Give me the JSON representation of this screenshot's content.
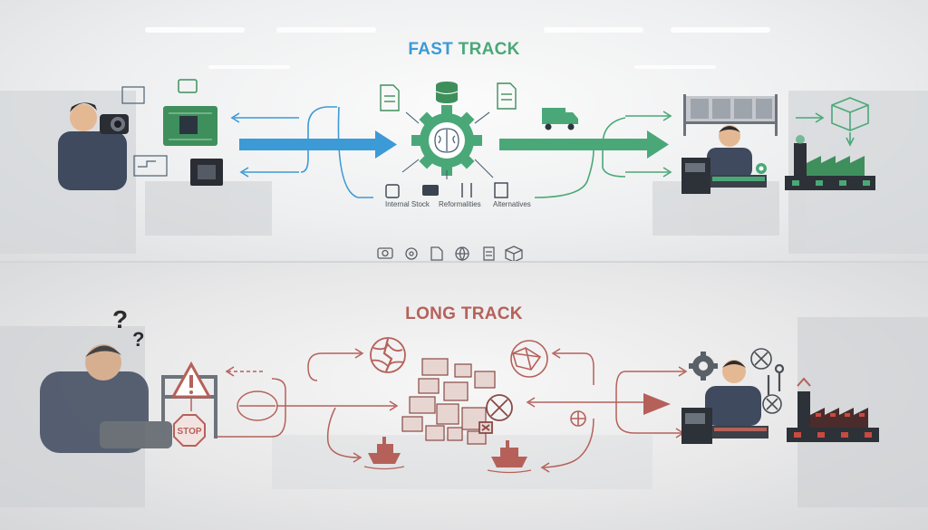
{
  "fast_track": {
    "title_part1": "FAST",
    "title_part2": "TRACK",
    "captions": [
      "Internal Stock",
      "Reformalities",
      "Alternatives"
    ],
    "colors": {
      "blue": "#3c9ad6",
      "green": "#4aa878"
    },
    "icons": [
      "photographer-figure",
      "circuit-board-icon",
      "chip-icon",
      "database-icon",
      "document-icon",
      "gear-brain-icon",
      "truck-icon",
      "warehouse-shelves-icon",
      "worker-figure",
      "package-icon",
      "factory-icon"
    ],
    "legend_icons": [
      "camera-icon",
      "gear-icon",
      "document-icon",
      "globe-icon",
      "checklist-icon",
      "box-icon"
    ]
  },
  "long_track": {
    "title": "LONG TRACK",
    "stop_sign": "STOP",
    "colors": {
      "red": "#b5615a"
    },
    "icons": [
      "confused-worker-figure",
      "question-marks-icon",
      "warning-sign-icon",
      "stop-sign-icon",
      "broken-globe-icon",
      "boxes-pile-icon",
      "ship-icon",
      "network-globe-icon",
      "gear-icon",
      "technician-figure",
      "cross-icon",
      "tools-icon",
      "factory-icon"
    ]
  }
}
